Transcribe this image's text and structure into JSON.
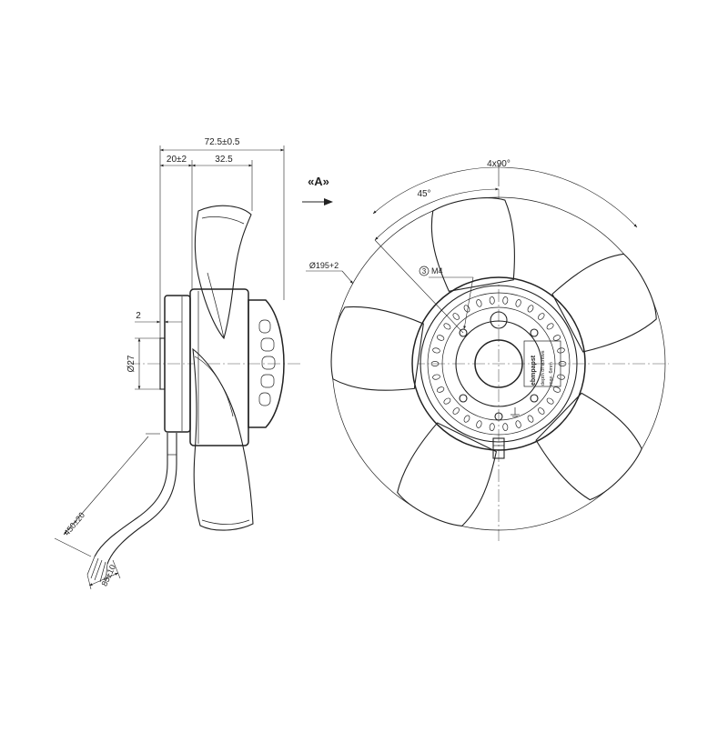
{
  "view_label": "«A»",
  "dimensions": {
    "overall_width": "72.5±0.5",
    "hub_offset": "20±2",
    "blade_depth": "32.5",
    "shaft_step": "2",
    "shaft_diameter": "Ø27",
    "cable_length": "450±20",
    "strip_length": "85±10",
    "outer_diameter": "Ø195+2",
    "hole_spacing": "4x90°",
    "angle": "45°"
  },
  "callouts": {
    "thread_item": "3",
    "thread": "M4"
  },
  "label_plate": {
    "brand": "ebmpapst",
    "line1": "depth of screws",
    "line2": "max. 6mm"
  }
}
